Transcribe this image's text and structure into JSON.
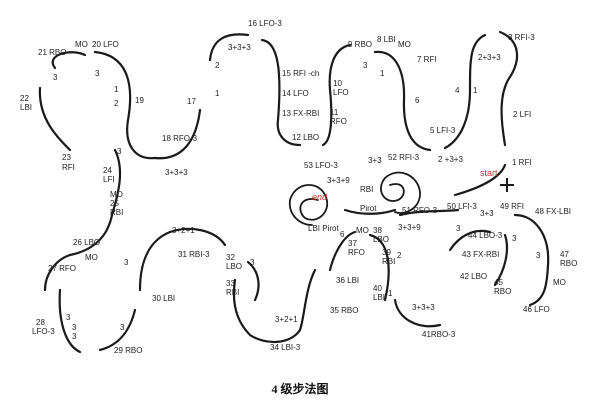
{
  "title": "4 级步法图",
  "accent_color": "#c0392b",
  "markers": {
    "start": "start",
    "end": "end"
  },
  "labels": [
    "16 LFO-3",
    "3+3+3",
    "2",
    "1",
    "15 RFI -ch",
    "14 LFO",
    "13 FX-RBI",
    "12 LBO",
    "17",
    "21 RBO",
    "MO",
    "20 LFO",
    "3",
    "3",
    "1",
    "2",
    "19",
    "18 RFO-3",
    "22",
    "LBI",
    "23",
    "RFI",
    "9 RBO",
    "8 LBI",
    "MO",
    "7 RFI",
    "10",
    "LFO",
    "3",
    "11",
    "RFO",
    "1",
    "6",
    "3 RFI-3",
    "2+3+3",
    "4",
    "1",
    "2 LFI",
    "5 LFI-3",
    "2 +3+3",
    "1 RFI",
    "3",
    "3+3+3",
    "24",
    "LFI",
    "MO",
    "25",
    "RBI",
    "26 LBO",
    "MO",
    "27 RFO",
    "3",
    "53 LFO-3",
    "3+3+9",
    "3+3",
    "52 RFI-3",
    "RBI",
    "LBI Pirot",
    "Pirot",
    "51 RFO-3",
    "50 LFI-3",
    "3+3+9",
    "49 RFI",
    "48 FX-LBI",
    "3+2+1",
    "31 RBI-3",
    "32",
    "LBO",
    "3",
    "33",
    "RBI",
    "30 LBI",
    "28",
    "LFO-3",
    "3",
    "3",
    "3",
    "29 RBO",
    "3",
    "3+2+1",
    "34 LBI-3",
    "MO",
    "38",
    "LBO",
    "37",
    "RFO",
    "39",
    "RBI",
    "2",
    "6",
    "36 LBI",
    "40",
    "LBI",
    "1",
    "35 RBO",
    "3+3+3",
    "41RBO-3",
    "44 LBO-3",
    "43 FX-RBI",
    "42 LBO",
    "3",
    "3",
    "45",
    "RBO",
    "47",
    "RBO",
    "MO",
    "46 LFO",
    "3",
    "3+3"
  ]
}
